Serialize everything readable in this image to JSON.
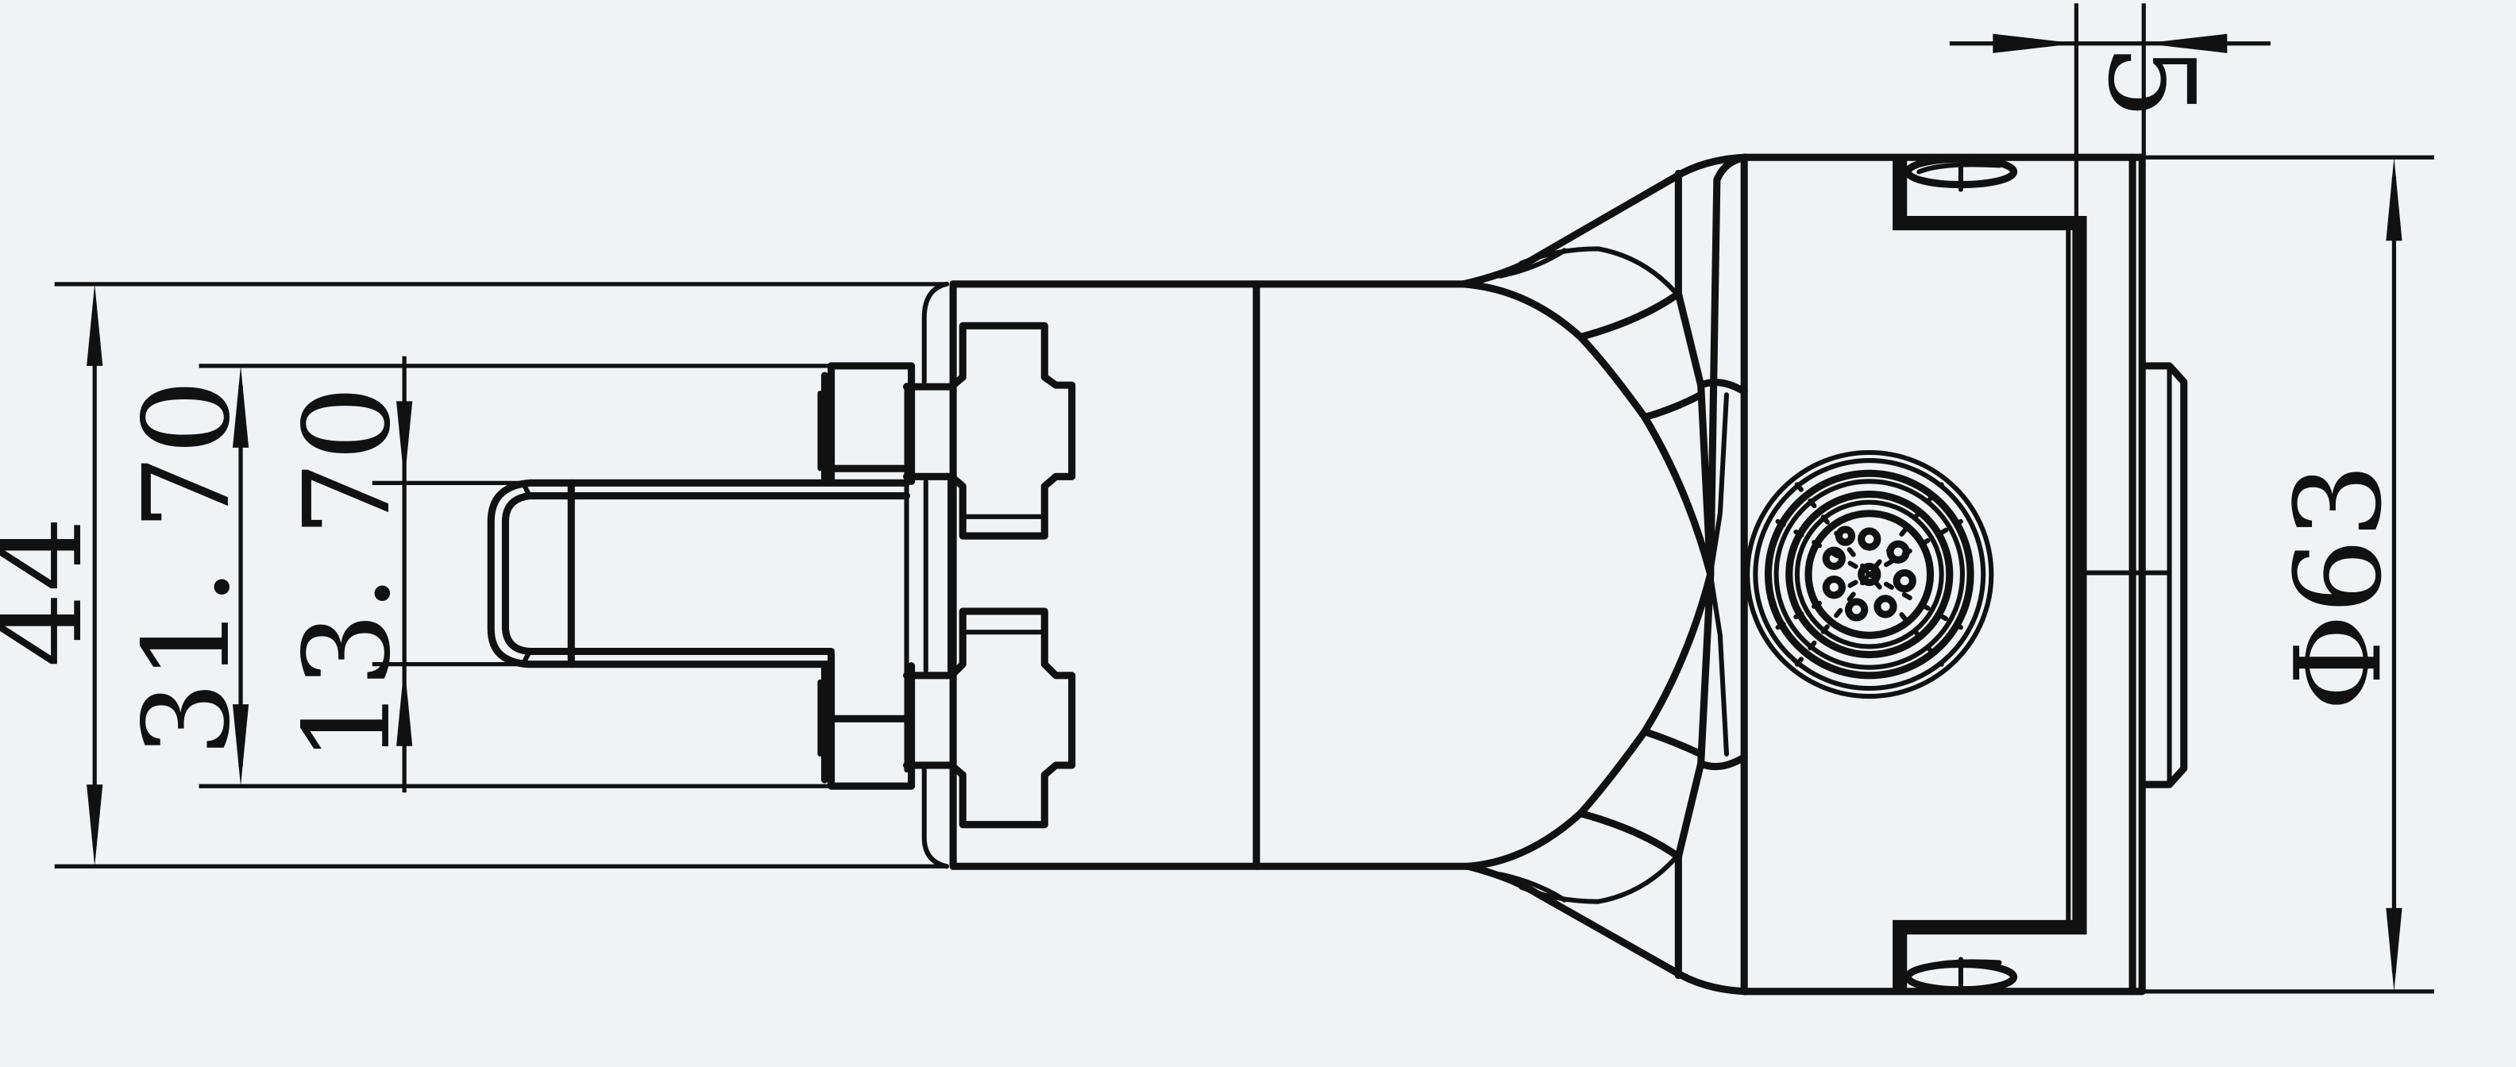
{
  "drawing": {
    "background_color": "#eff3f5",
    "line_color": "#111111",
    "dimensions": {
      "overall_height": "44",
      "flange_height": "31. 70",
      "tongue_height": "13. 70",
      "diameter": "Φ63",
      "cap_width": "5"
    }
  }
}
